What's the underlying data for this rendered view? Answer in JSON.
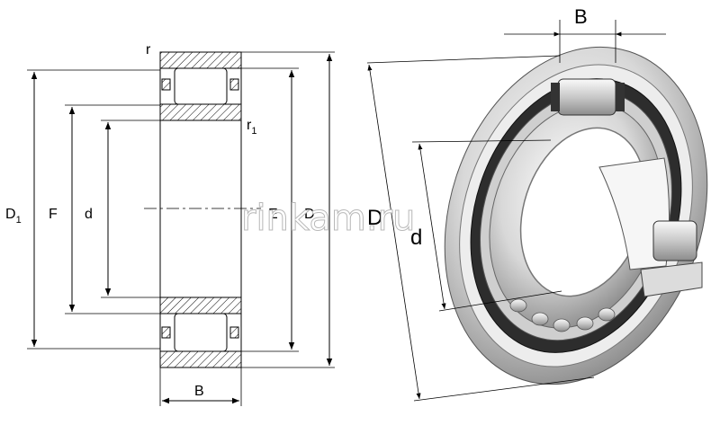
{
  "drawing": {
    "section_labels": {
      "r": "r",
      "r1_base": "r",
      "r1_sub": "1",
      "D1_base": "D",
      "D1_sub": "1",
      "F": "F",
      "d": "d",
      "E": "E",
      "D": "D",
      "B": "B"
    },
    "isometric_labels": {
      "B": "B",
      "D": "D",
      "d": "d"
    },
    "watermark": "rinkam.ru"
  },
  "colors": {
    "line": "#000000",
    "hatch": "#000000",
    "ring_light": "#e6e6e6",
    "ring_dark": "#8a8a8a",
    "seal_dark": "#2a2a2a",
    "roller": "#d0d0d0"
  }
}
